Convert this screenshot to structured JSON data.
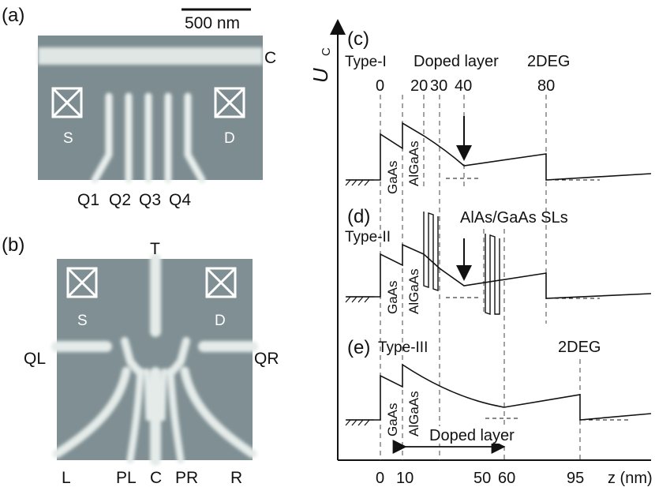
{
  "panels": {
    "a": {
      "tag": "(a)",
      "scale_bar": "500 nm",
      "gate_top": "C",
      "source": "S",
      "drain": "D",
      "gates": [
        "Q1",
        "Q2",
        "Q3",
        "Q4"
      ]
    },
    "b": {
      "tag": "(b)",
      "top_gate": "T",
      "source": "S",
      "drain": "D",
      "left_gate": "QL",
      "right_gate": "QR",
      "bottom_gates": [
        "L",
        "PL",
        "C",
        "PR",
        "R"
      ]
    },
    "c": {
      "tag": "(c)",
      "type": "Type-I",
      "doped_label": "Doped layer",
      "twodeg_label": "2DEG",
      "positions": [
        "0",
        "20",
        "30",
        "40",
        "80"
      ],
      "layer_gaas": "GaAs",
      "layer_algaas": "AlGaAs"
    },
    "d": {
      "tag": "(d)",
      "type": "Type-II",
      "sl_label": "AlAs/GaAs SLs",
      "layer_gaas": "GaAs",
      "layer_algaas": "AlGaAs"
    },
    "e": {
      "tag": "(e)",
      "type": "Type-III",
      "twodeg_label": "2DEG",
      "doped_label": "Doped layer",
      "layer_gaas": "GaAs",
      "layer_algaas": "AlGaAs"
    }
  },
  "axis": {
    "y_symbol": "U",
    "y_subscript": "C",
    "x_label": "z (nm)",
    "x_ticks": [
      "0",
      "10",
      "50",
      "60",
      "95"
    ]
  },
  "colors": {
    "sem_background": "#7c8c90",
    "gate_metal": "#e6ecea",
    "ink": "#111111"
  }
}
